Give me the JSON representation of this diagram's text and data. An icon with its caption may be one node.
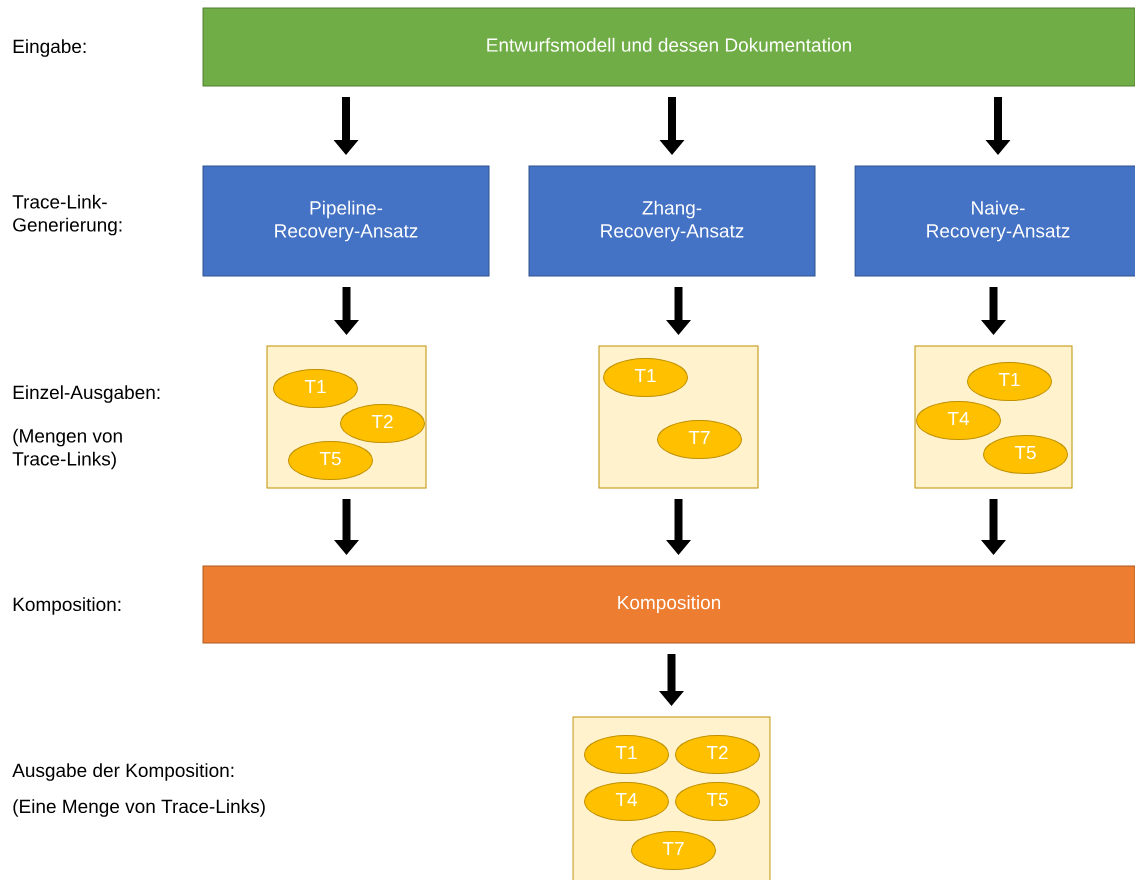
{
  "diagram": {
    "nodes": [
      {
        "text": [
          "Entwurfsmodell und dessen Dokumentation"
        ]
      },
      {
        "text": [
          "Pipeline- Recovery-Ansatz"
        ]
      },
      {
        "text": [
          "Zhang- Recovery-Ansatz"
        ]
      },
      {
        "text": [
          "Naive- Recovery-Ansatz"
        ]
      },
      {
        "text": [],
        "shape": "box"
      },
      {
        "text": [
          "T1"
        ],
        "in": 4
      },
      {
        "text": [
          "T2"
        ],
        "in": 4
      },
      {
        "text": [
          "T5"
        ],
        "in": 4
      },
      {
        "text": [],
        "shape": "box"
      },
      {
        "text": [
          "T1"
        ],
        "in": 8
      },
      {
        "text": [
          "T7"
        ],
        "in": 8
      },
      {
        "text": [],
        "shape": "box"
      },
      {
        "text": [
          "T1"
        ],
        "in": 11
      },
      {
        "text": [
          "T4"
        ],
        "in": 11
      },
      {
        "text": [
          "T5"
        ],
        "in": 11
      },
      {
        "text": [
          "Komposition"
        ]
      },
      {
        "text": [],
        "shape": "box"
      },
      {
        "text": [
          "T1"
        ],
        "in": 16
      },
      {
        "text": [
          "T2"
        ],
        "in": 16
      },
      {
        "text": [
          "T4"
        ],
        "in": 16
      },
      {
        "text": [
          "T5"
        ],
        "in": 16
      },
      {
        "text": [
          "T7"
        ],
        "in": 16
      }
    ],
    "edges": [
      {
        "from": 0,
        "to": 1,
        "arrow": "to"
      },
      {
        "from": 0,
        "to": 2,
        "arrow": "to"
      },
      {
        "from": 0,
        "to": 3,
        "arrow": "to"
      },
      {
        "from": 1,
        "to": 4,
        "arrow": "to"
      },
      {
        "from": 2,
        "to": 8,
        "arrow": "to"
      },
      {
        "from": 3,
        "to": 11,
        "arrow": "to"
      },
      {
        "from": 4,
        "to": 15,
        "arrow": "to"
      },
      {
        "from": 8,
        "to": 15,
        "arrow": "to"
      },
      {
        "from": 11,
        "to": 15,
        "arrow": "to"
      },
      {
        "from": 15,
        "to": 16,
        "arrow": "to"
      }
    ],
    "labels": [
      "Eingabe:",
      "Trace-Link- Generierung:",
      "Einzel-Ausgaben:",
      "(Mengen von Trace-Links)",
      "Komposition:",
      "Ausgabe der Komposition:",
      "(Eine Menge von Trace-Links)"
    ]
  }
}
